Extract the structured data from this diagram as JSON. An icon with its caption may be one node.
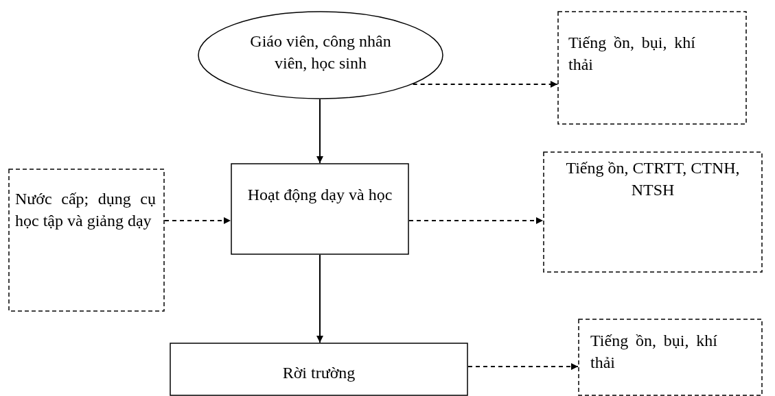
{
  "diagram": {
    "nodes": [
      {
        "text": [
          "Giáo viên, công nhân viên, học sinh"
        ]
      },
      {
        "text": [
          "Tiếng ồn, bụi, khí thải"
        ]
      },
      {
        "text": [
          "Nước cấp; dụng cụ học tập và giảng dạy"
        ]
      },
      {
        "text": [
          "Hoạt động dạy và học"
        ]
      },
      {
        "text": [
          "Tiếng ồn, CTRTT, CTNH, NTSH"
        ]
      },
      {
        "text": [
          "Rời trường"
        ]
      },
      {
        "text": [
          "Tiếng ồn, bụi, khí thải"
        ]
      }
    ],
    "edges": [
      {
        "from": 0,
        "to": 1,
        "arrow": "to",
        "style": "dashed"
      },
      {
        "from": 0,
        "to": 3,
        "arrow": "to"
      },
      {
        "from": 2,
        "to": 3,
        "arrow": "to",
        "style": "dashed"
      },
      {
        "from": 3,
        "to": 4,
        "arrow": "to",
        "style": "dashed"
      },
      {
        "from": 3,
        "to": 5,
        "arrow": "to"
      },
      {
        "from": 5,
        "to": 6,
        "arrow": "to",
        "style": "dashed"
      }
    ]
  }
}
